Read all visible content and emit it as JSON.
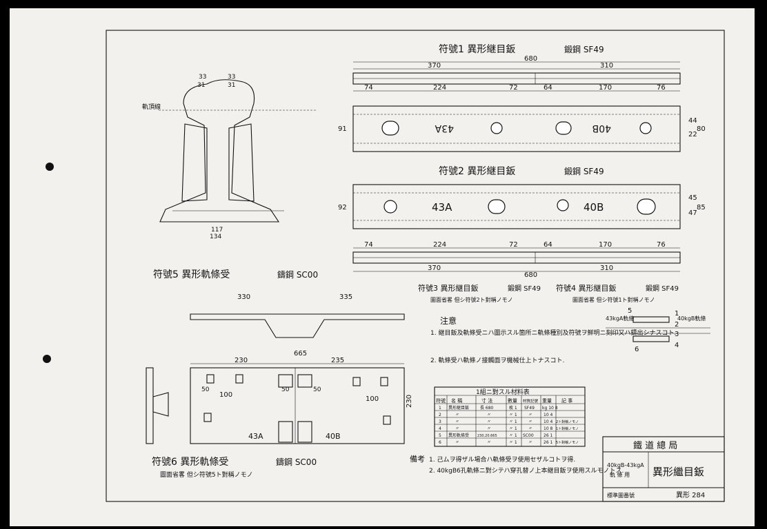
{
  "drawing": {
    "part1": {
      "title": "符號1 異形継目鈑",
      "material": "鍛鋼 SF49",
      "dims_top": [
        "680",
        "370",
        "310"
      ],
      "dims_mid": [
        "74",
        "224",
        "72",
        "64",
        "170",
        "76"
      ],
      "labels": [
        "43A",
        "40B"
      ],
      "side": [
        "91",
        "44",
        "22",
        "80"
      ]
    },
    "part2": {
      "title": "符號2 異形継目鈑",
      "material": "鍛鋼 SF49",
      "labels": [
        "43A",
        "40B"
      ],
      "dims_mid": [
        "74",
        "224",
        "72",
        "64",
        "170",
        "76"
      ],
      "dims_bottom": [
        "370",
        "680",
        "310"
      ],
      "side": [
        "92",
        "45",
        "47",
        "85"
      ]
    },
    "part3": {
      "title": "符號3 異形継目鈑",
      "material": "鍛鋼 SF49",
      "note": "圖面省畧 但シ符號2ト對稱ノモノ"
    },
    "part4": {
      "title": "符號4 異形継目鈑",
      "material": "鍛鋼 SF49",
      "note": "圖面省畧 但シ符號1ト對稱ノモノ"
    },
    "part5": {
      "title": "符號5 異形軌條受",
      "material": "鑄鋼 SC00",
      "dims": [
        "330",
        "335",
        "665",
        "230",
        "235",
        "100",
        "100",
        "50",
        "50",
        "50",
        "230"
      ],
      "labels": [
        "43A",
        "40B"
      ]
    },
    "part6": {
      "title": "符號6 異形軌條受",
      "material": "鑄鋼 SC00",
      "note": "圖面省畧 但シ符號5ト對稱ノモノ"
    },
    "rail": {
      "label": "軌頂線",
      "dims": [
        "33",
        "31",
        "33",
        "31",
        "117",
        "134"
      ]
    },
    "assembly": {
      "left": "43kgA軌條",
      "right": "40kgB軌條",
      "marks": [
        "5",
        "1",
        "2",
        "3",
        "6",
        "4"
      ]
    },
    "notes": {
      "heading": "注意",
      "items": [
        "1. 継目鈑及軌條受ニハ圖示スル箇所ニ軌條種別及符號ヲ鮮明ニ刻印又ハ鑄出シナスコト.",
        "2. 軌條受ハ軌條ノ接觸面ヲ機械仕上トナスコト."
      ]
    },
    "table": {
      "title": "1組ニ對スル材料表",
      "headers": [
        "符號",
        "名 稱",
        "寸 法",
        "數量",
        "材質記號",
        "重量",
        "記 事"
      ],
      "rows": [
        [
          "1",
          "異形継目鈑",
          "長 680",
          "枚 1",
          "SF49",
          "kg 10 8",
          ""
        ],
        [
          "2",
          "〃",
          "〃",
          "〃 1",
          "〃",
          "10 4",
          ""
        ],
        [
          "3",
          "〃",
          "〃",
          "〃 1",
          "〃",
          "10 4",
          "2ト對稱ノモノ"
        ],
        [
          "4",
          "〃",
          "〃",
          "〃 1",
          "〃",
          "10 8",
          "1ト對稱ノモノ"
        ],
        [
          "5",
          "異形軌條受",
          "230.20.665",
          "〃 1",
          "SC00",
          "26 1",
          ""
        ],
        [
          "6",
          "〃",
          "〃",
          "〃 1",
          "〃",
          "26 1",
          "5ト對稱ノモノ"
        ]
      ]
    },
    "remarks": {
      "heading": "備考",
      "items": [
        "1. 己ムヲ得ザル場合ハ軌條受ヲ使用セザルコトヲ得.",
        "2. 40kgB6孔軌條ニ對シテハ穿孔替ノ上本継目鈑ヲ使用スルモノトス."
      ]
    },
    "titleblock": {
      "org": "鐵 道 總 局",
      "subtitle1": "40kgB-43kgA",
      "subtitle2": "軌 條 用",
      "name": "異形繼目鈑",
      "std_label": "標準圖番號",
      "std_no": "異形 284"
    }
  }
}
